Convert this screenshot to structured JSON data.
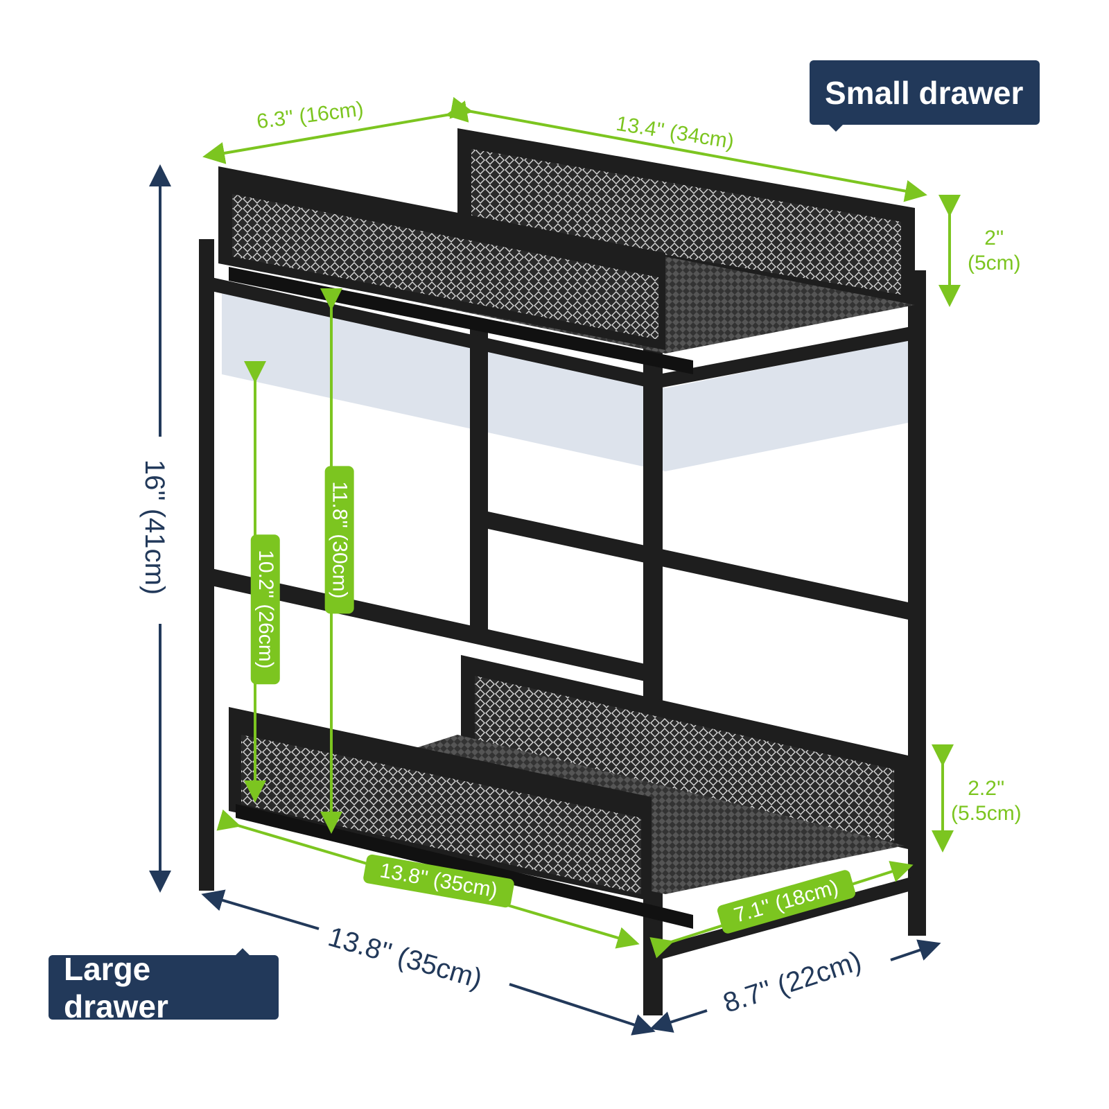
{
  "colors": {
    "accent": "#7cc520",
    "navy": "#22395a",
    "frame": "#1e1e1e"
  },
  "tags": {
    "small_drawer": "Small drawer",
    "large_drawer": "Large drawer"
  },
  "dimensions": {
    "small_depth": "6.3'' (16cm)",
    "small_length": "13.4'' (34cm)",
    "small_height_in": "2''",
    "small_height_cm": "(5cm)",
    "total_height": "16'' (41cm)",
    "clearance_upper": "11.8'' (30cm)",
    "clearance_lower": "10.2'' (26cm)",
    "large_height_in": "2.2''",
    "large_height_cm": "(5.5cm)",
    "large_length": "13.8'' (35cm)",
    "large_depth": "7.1'' (18cm)",
    "overall_length": "13.8'' (35cm)",
    "overall_depth": "8.7'' (22cm)"
  }
}
